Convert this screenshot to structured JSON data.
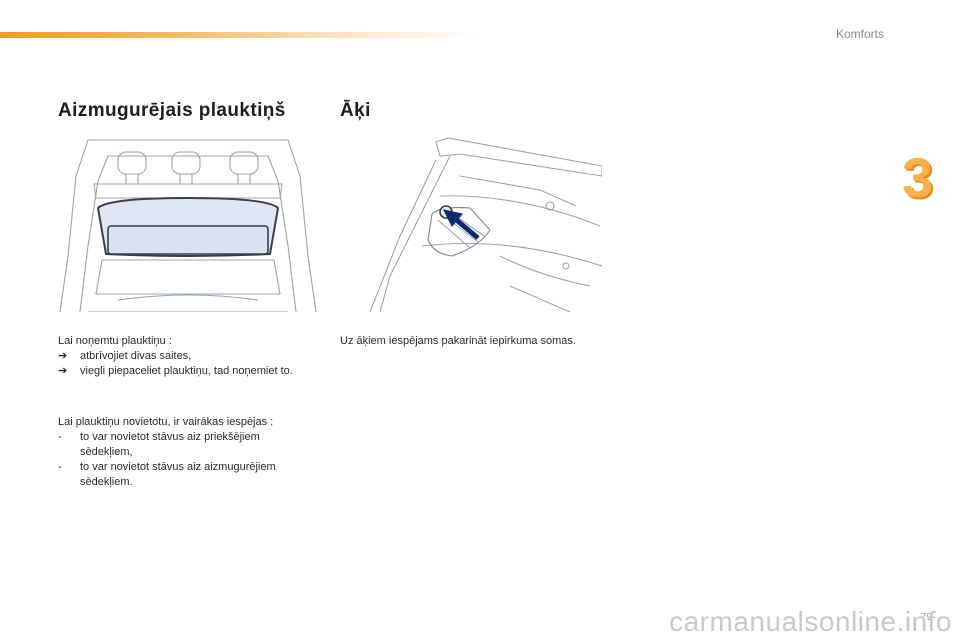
{
  "header": {
    "section_label": "Komforts",
    "chapter_number": "3"
  },
  "left_column": {
    "heading": "Aizmugurējais plauktiņš",
    "intro": "Lai noņemtu plauktiņu :",
    "remove_steps": [
      {
        "bullet": "➔",
        "text": "atbrīvojiet divas saites,"
      },
      {
        "bullet": "➔",
        "text": "viegli piepaceliet plauktiņu, tad noņemiet to."
      }
    ],
    "positions_intro": "Lai plauktiņu novietotu, ir vairākas iespējas :",
    "positions": [
      {
        "bullet": "-",
        "text": "to var novietot stāvus aiz priekšējiem sēdekļiem,"
      },
      {
        "bullet": "-",
        "text": "to var novietot stāvus aiz aizmugurējiem sēdekļiem."
      }
    ]
  },
  "right_column": {
    "heading": "Āķi",
    "text": "Uz āķiem iespējams pakarināt iepirkuma somas."
  },
  "footer": {
    "page_number": "79",
    "watermark": "carmanualsonline.info"
  }
}
